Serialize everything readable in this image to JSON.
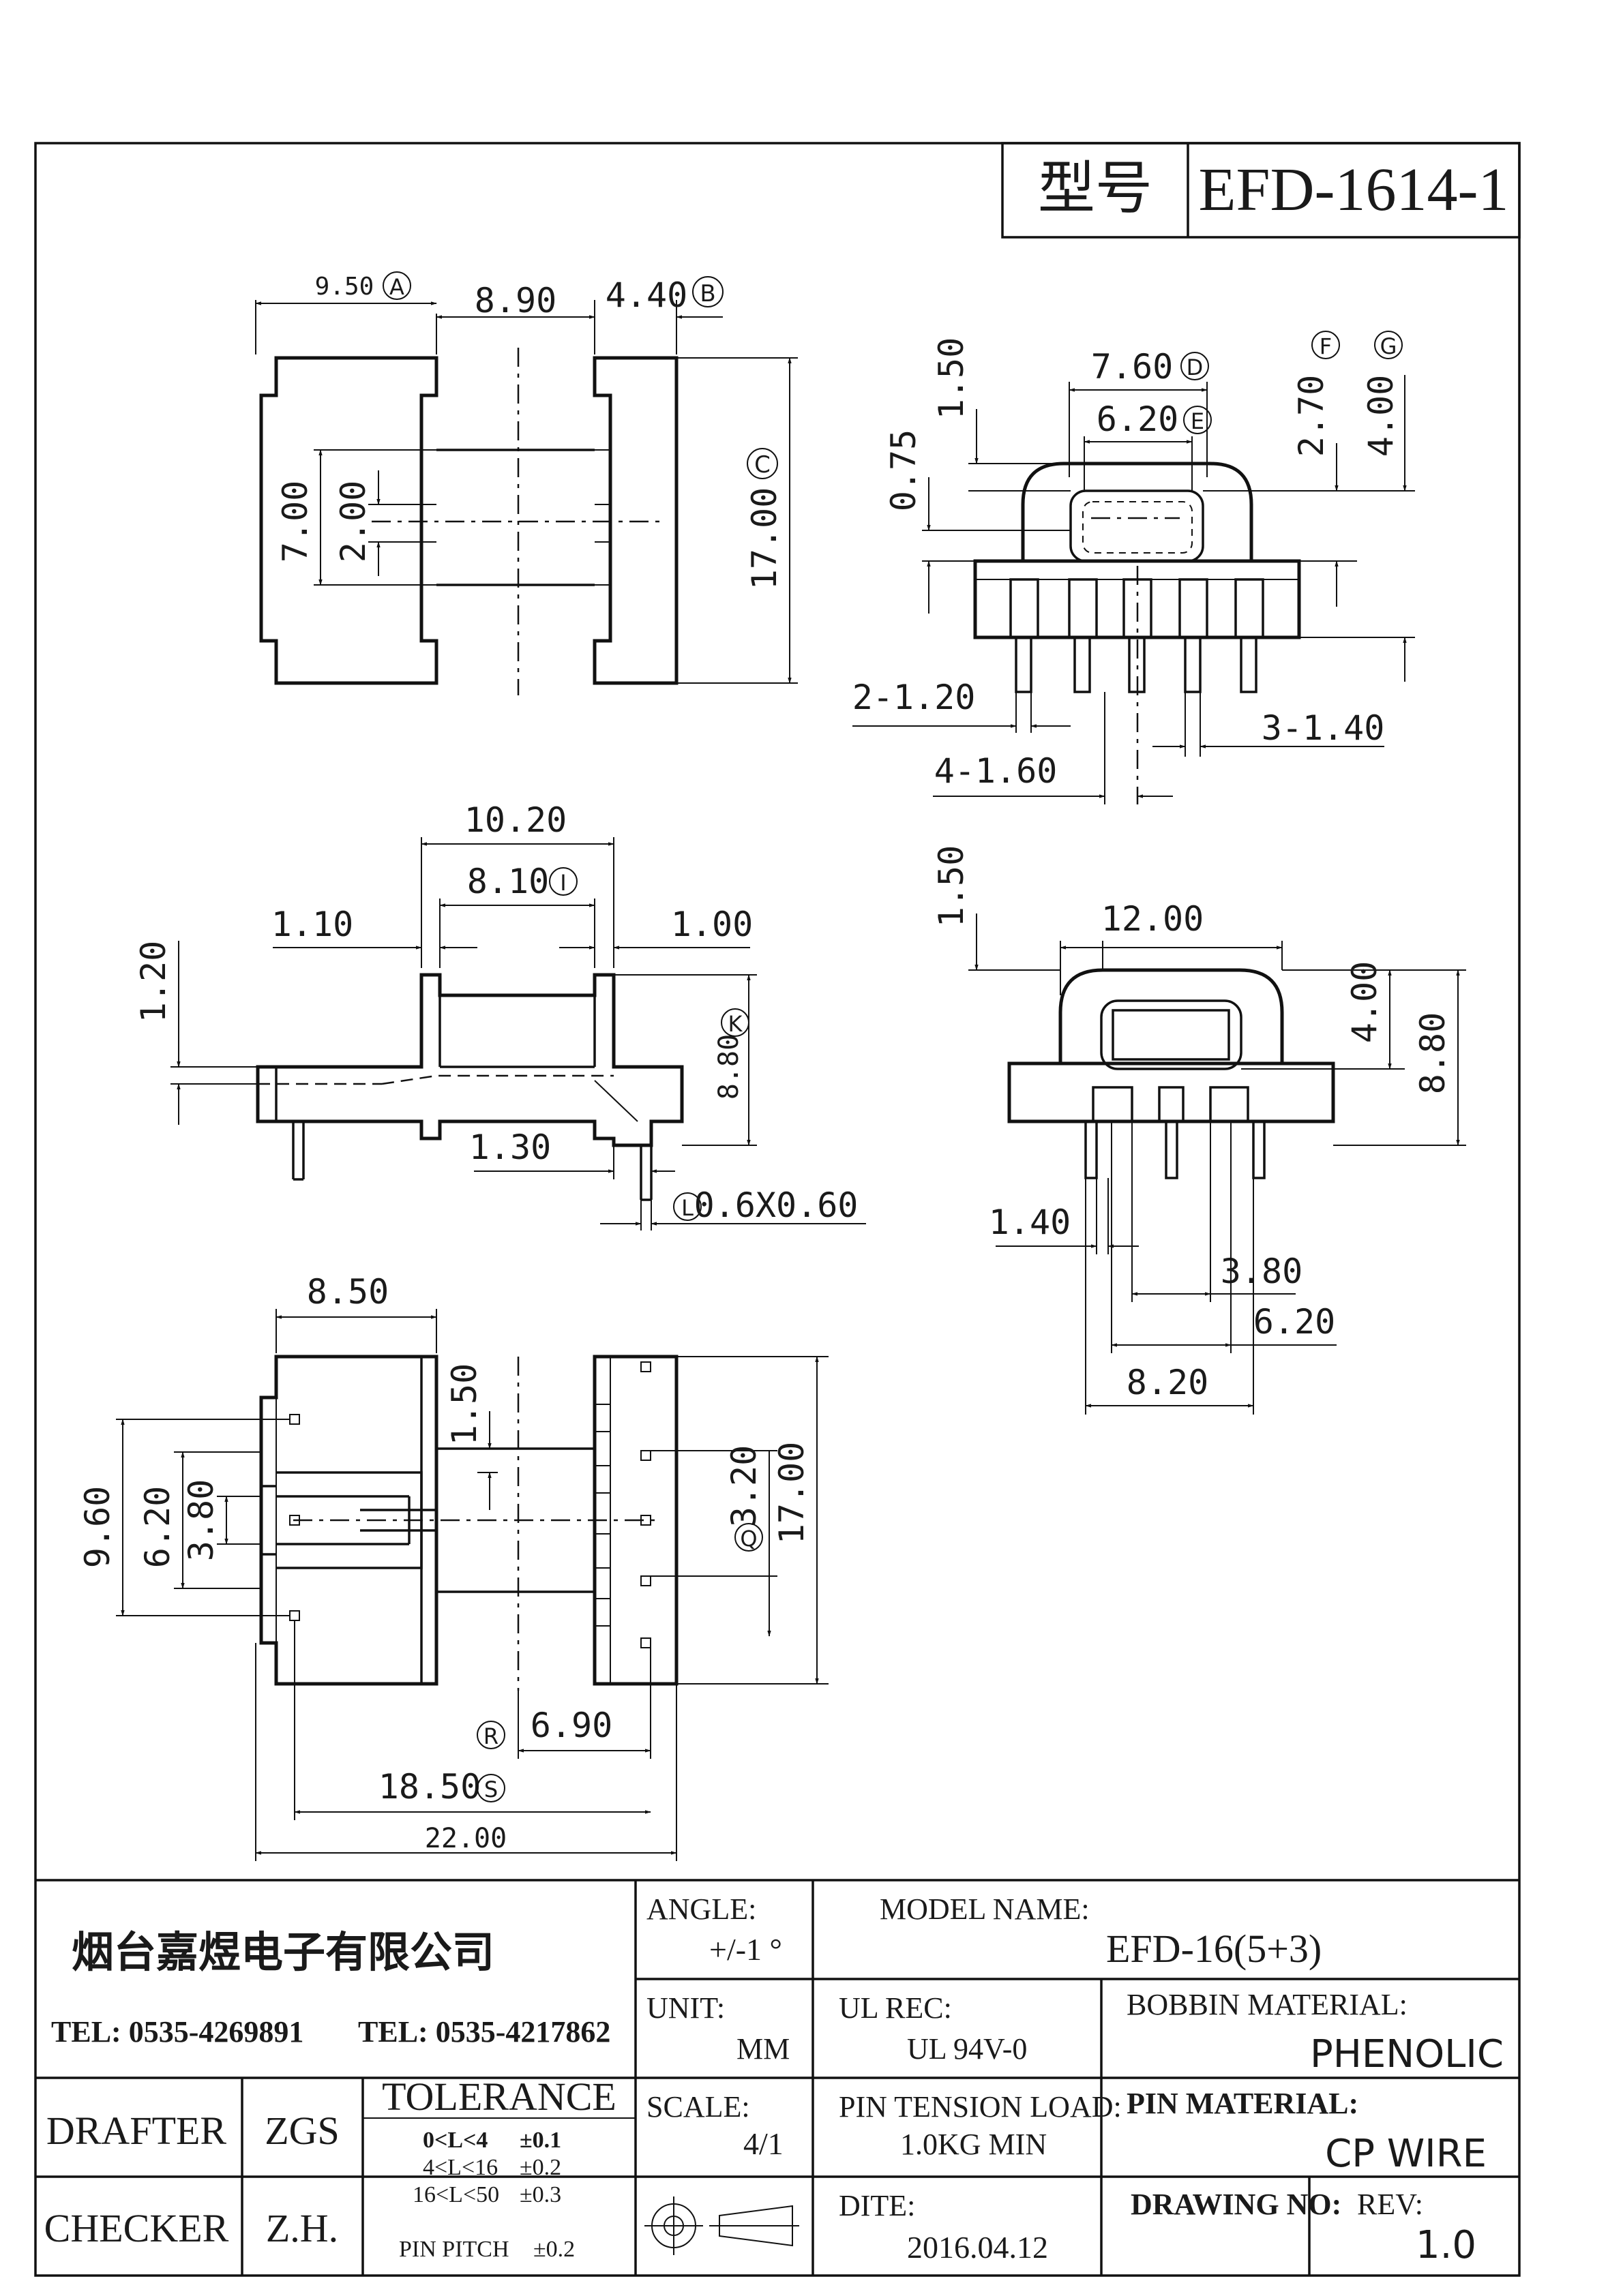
{
  "title_block": {
    "model_label": "型号",
    "model_value": "EFD-1614-1"
  },
  "dims": {
    "top_view": [
      "9.50",
      "8.90",
      "4.40",
      "7.00",
      "2.00",
      "17.00"
    ],
    "top_view_markers": [
      "A",
      "B",
      "C"
    ],
    "front_view": [
      "7.60",
      "6.20",
      "1.50",
      "0.75",
      "2.70",
      "4.00",
      "2-1.20",
      "3-1.40",
      "4-1.60"
    ],
    "front_view_markers": [
      "D",
      "E",
      "F",
      "G"
    ],
    "side_view": [
      "10.20",
      "8.10",
      "1.10",
      "1.00",
      "1.20",
      "8.80",
      "1.30",
      "0.6X0.60"
    ],
    "side_view_markers": [
      "I",
      "K",
      "L"
    ],
    "end_view": [
      "1.50",
      "12.00",
      "4.00",
      "8.80",
      "1.40",
      "3.80",
      "6.20",
      "8.20"
    ],
    "bottom_view": [
      "8.50",
      "1.50",
      "3.20",
      "17.00",
      "9.60",
      "6.20",
      "3.80",
      "6.90",
      "18.50",
      "22.00"
    ],
    "bottom_view_markers": [
      "Q",
      "R",
      "S"
    ]
  },
  "company": {
    "name": "烟台嘉煜电子有限公司",
    "tel1": "TEL: 0535-4269891",
    "tel2": "TEL: 0535-4217862"
  },
  "table": {
    "angle_label": "ANGLE:",
    "angle_value": "+/-1 °",
    "model_name_label": "MODEL NAME:",
    "model_name_value": "EFD-16(5+3)",
    "unit_label": "UNIT:",
    "unit_value": "MM",
    "ul_label": "UL REC:",
    "ul_value": "UL 94V-0",
    "bobbin_label": "BOBBIN MATERIAL:",
    "bobbin_value": "PHENOLIC",
    "drafter_label": "DRAFTER",
    "drafter_value": "ZGS",
    "tolerance_label": "TOLERANCE",
    "tolerance_rows": [
      {
        "range": "0<L<4",
        "tol": "±0.1"
      },
      {
        "range": "4<L<16",
        "tol": "±0.2"
      },
      {
        "range": "16<L<50",
        "tol": "±0.3"
      },
      {
        "range": "PIN PITCH",
        "tol": "±0.2"
      }
    ],
    "scale_label": "SCALE:",
    "scale_value": "4/1",
    "pin_tension_label": "PIN TENSION LOAD:",
    "pin_tension_value": "1.0KG MIN",
    "pin_material_label": "PIN MATERIAL:",
    "pin_material_value": "CP  WIRE",
    "checker_label": "CHECKER",
    "checker_value": "Z.H.",
    "date_label": "DITE:",
    "date_value": "2016.04.12",
    "drawing_no_label": "DRAWING NO:",
    "rev_label": "REV:",
    "rev_value": "1.0"
  }
}
